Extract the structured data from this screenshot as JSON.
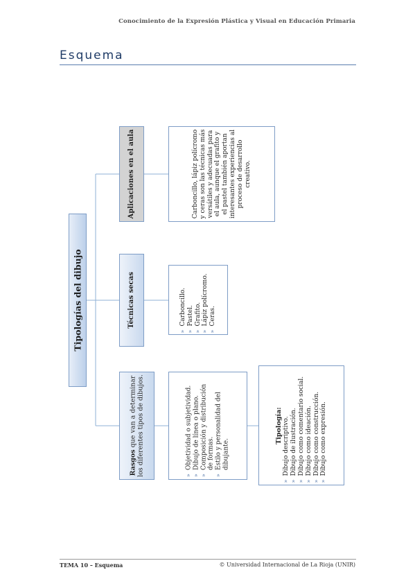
{
  "header": {
    "title": "Conocimiento de la Expresión Plástica y Visual en Educación Primaria"
  },
  "page_title": "Esquema",
  "diagram": {
    "root": "Tipologías del dibujo",
    "branches": [
      {
        "title": "Aplicaciones en el aula",
        "text": "Carboncillo, lápiz polícromo y ceras son las técnicas más versátiles y adecuadas para el aula, aunque el grafito y el pastel también aportan interesantes experiencias al proceso de desarrollo creativo."
      },
      {
        "title": "Técnicas secas",
        "items": [
          "Carboncillo.",
          "Pastel.",
          "Grafito.",
          "Lápiz polícromo.",
          "Ceras."
        ]
      },
      {
        "title_bold": "Rasgos",
        "title_rest": " que van a determinar los diferentes tipos de dibujos.",
        "items": [
          "Objetividad o subjetividad.",
          "Dibujo de línea o plano.",
          "Composición y distribución de formas.",
          "Estilo y personalidad del dibujante."
        ],
        "sub": {
          "title": "Tipología",
          "title_suffix": ":",
          "items": [
            "Dibujo descriptivo.",
            "Dibujo de ilustración.",
            "Dibujo como comentario social.",
            "Dibujo como ideación.",
            "Dibujo como construcción.",
            "Dibujo como expresión."
          ]
        }
      }
    ]
  },
  "footer": {
    "left": "TEMA 10 – Esquema",
    "right": "© Universidad Internacional de La Rioja (UNIR)"
  },
  "colors": {
    "connector": "#8fb0d6",
    "box_border": "#7d9cc6",
    "title": "#1f3b66"
  }
}
